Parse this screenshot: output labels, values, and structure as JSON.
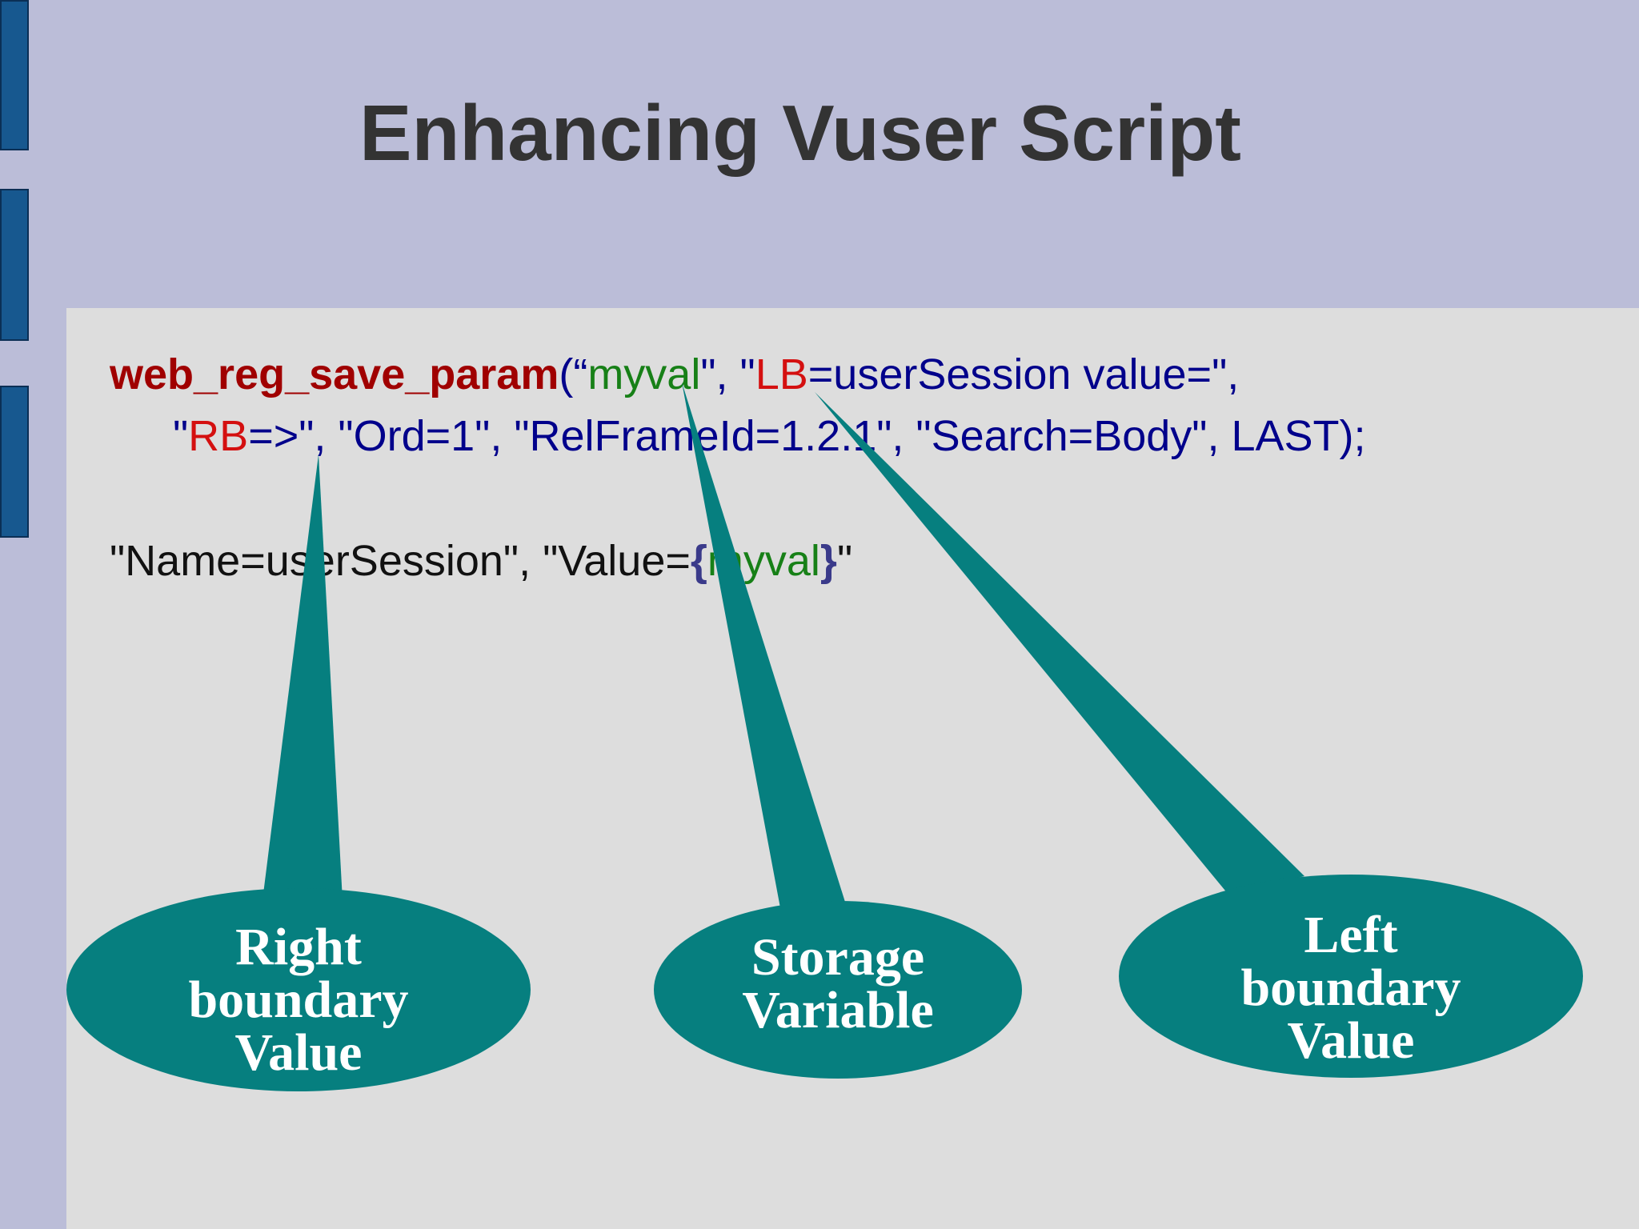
{
  "slide": {
    "title": "Enhancing Vuser Script"
  },
  "code": {
    "line1": {
      "fn": "web_reg_save_param",
      "open": "(“",
      "var": "myval",
      "sep1": "\", \"",
      "lb_key": "LB",
      "lb_val": "=userSession value=\","
    },
    "line2": {
      "q": "\"",
      "rb_key": "RB",
      "rest": "=>\", \"Ord=1\", \"RelFrameId=1.2.1\", \"Search=Body\", LAST);"
    },
    "line3": {
      "pre": "\"Name=userSession\", \"Value=",
      "brace_open": "{",
      "var": "myval",
      "brace_close": "}",
      "post": "\""
    }
  },
  "callouts": {
    "right_boundary": [
      "Right",
      "boundary",
      "Value"
    ],
    "storage_variable": [
      "Storage",
      "Variable"
    ],
    "left_boundary": [
      "Left",
      "boundary",
      "Value"
    ]
  },
  "colors": {
    "background": "#bbbdd8",
    "panel": "#dddddd",
    "callout_fill": "#067f7f",
    "function": "#a00000",
    "string": "#00008b",
    "variable": "#178017",
    "boundary_key": "#d41010"
  }
}
